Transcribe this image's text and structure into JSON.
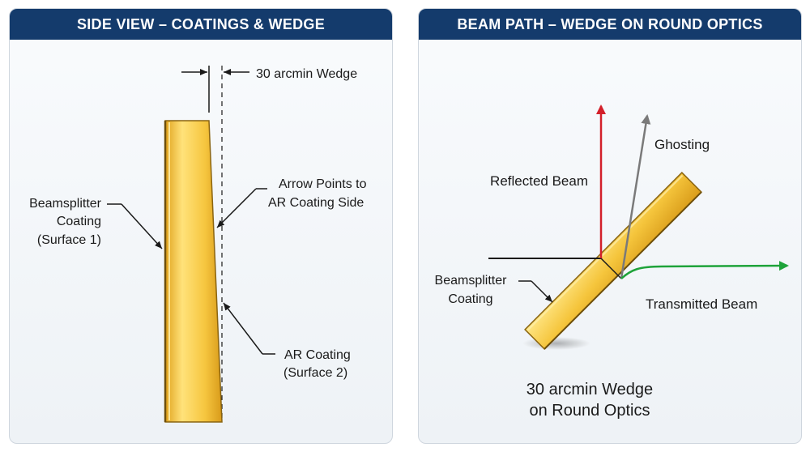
{
  "left_panel": {
    "title": "SIDE VIEW – COATINGS & WEDGE",
    "labels": {
      "wedge_angle": "30 arcmin Wedge",
      "arrow_note_line1": "Arrow Points to",
      "arrow_note_line2": "AR Coating Side",
      "beamsplitter_line1": "Beamsplitter",
      "beamsplitter_line2": "Coating",
      "beamsplitter_line3": "(Surface 1)",
      "ar_line1": "AR Coating",
      "ar_line2": "(Surface 2)"
    }
  },
  "right_panel": {
    "title": "BEAM PATH – WEDGE ON ROUND OPTICS",
    "labels": {
      "reflected": "Reflected Beam",
      "ghosting": "Ghosting",
      "transmitted": "Transmitted Beam",
      "coating_line1": "Beamsplitter",
      "coating_line2": "Coating",
      "caption_line1": "30 arcmin Wedge",
      "caption_line2": "on Round Optics"
    }
  },
  "colors": {
    "header": "#143b6c",
    "optic_gold": "#f2c23a",
    "reflected_beam": "#d3202a",
    "ghost_beam": "#7a7a7a",
    "transmitted_beam": "#1ea33a"
  }
}
